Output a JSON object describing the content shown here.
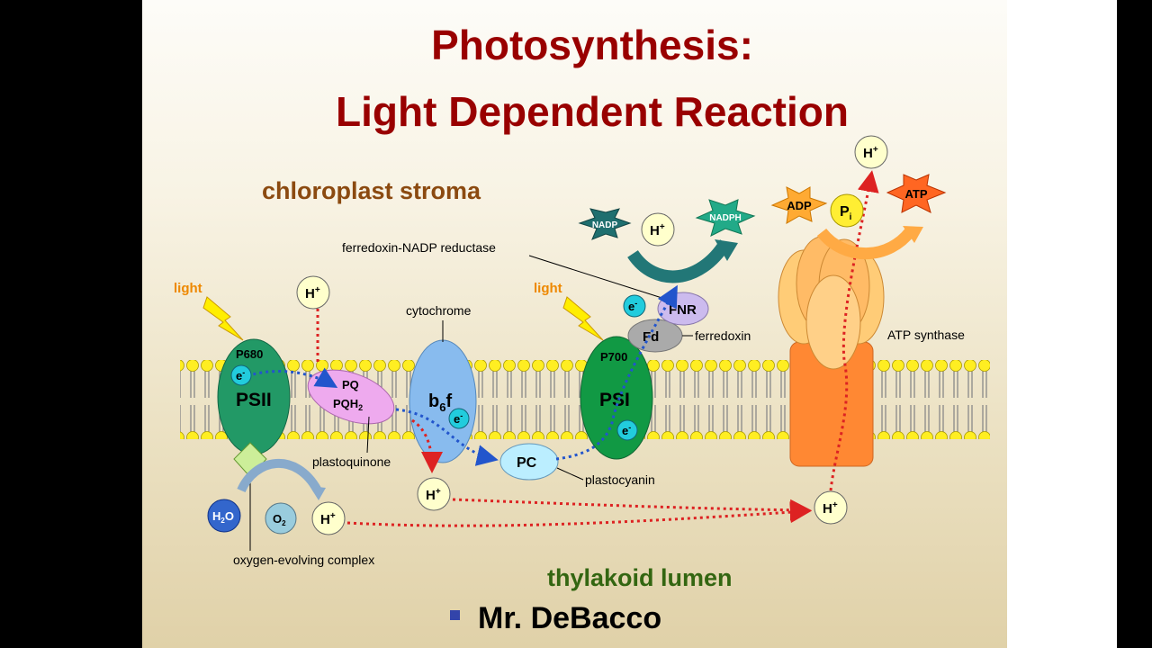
{
  "title_line1": "Photosynthesis:",
  "title_line2": "Light Dependent Reaction",
  "author": "Mr. DeBacco",
  "labels": {
    "stroma": "chloroplast stroma",
    "lumen": "thylakoid lumen",
    "light1": "light",
    "light2": "light",
    "p680": "P680",
    "psii": "PSII",
    "pq": "PQ",
    "pqh2": "PQH",
    "pqh2_sub": "2",
    "b6f_b": "b",
    "b6f_sub": "6",
    "b6f_f": "f",
    "cytochrome": "cytochrome",
    "plastoquinone": "plastoquinone",
    "pc": "PC",
    "plastocyanin": "plastocyanin",
    "p700": "P700",
    "psi": "PSI",
    "fnr": "FNR",
    "fd": "Fd",
    "ferredoxin": "ferredoxin",
    "fnr_label": "ferredoxin-NADP reductase",
    "nadp": "NADP",
    "nadph": "NADPH",
    "adp": "ADP",
    "pi": "P",
    "pi_sub": "i",
    "atp": "ATP",
    "atp_synthase": "ATP synthase",
    "oec": "oxygen-evolving complex",
    "h2o_h": "H",
    "h2o_sub": "2",
    "h2o_o": "O",
    "o2_o": "O",
    "o2_sub": "2",
    "h": "H",
    "plus": "+",
    "e": "e",
    "minus": "-"
  },
  "colors": {
    "title": "#990000",
    "stroma": "#8b4a10",
    "lumen": "#336611",
    "psii": "#229966",
    "psi": "#119944",
    "b6f": "#88bbee",
    "pq": "#eeaaee",
    "pc": "#bbeeff",
    "atp_synthase": "#ff8833",
    "electron": "#2255cc",
    "proton_path": "#dd2222"
  }
}
